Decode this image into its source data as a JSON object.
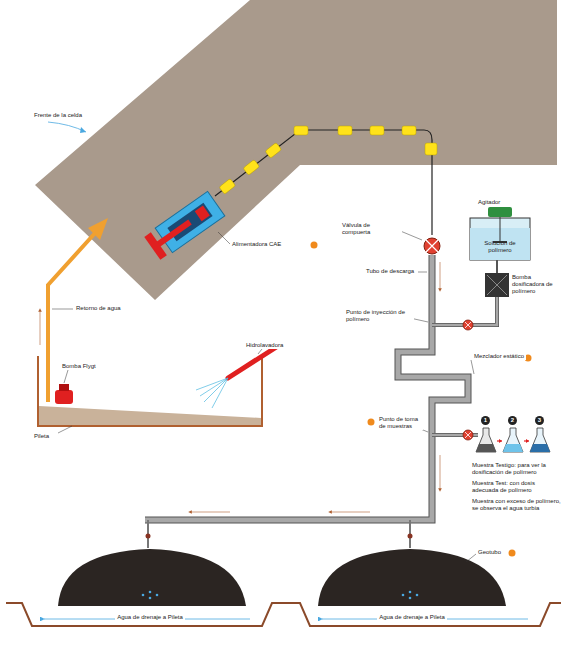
{
  "diagram": {
    "labels": [
      "Frente de la celda",
      "Alimentadora CAE",
      "Válvula de compuerta",
      "Tubo de descarga",
      "Agitador",
      "Solución de polímero",
      "Bomba dosificadora de polímero",
      "Punto de inyección de polímero",
      "Mezclador estático",
      "Punto de toma de muestras",
      "1",
      "2",
      "3",
      "Muestra Testigo: para ver la dosificación de polímero",
      "Muestra Test: con dosis adecuada de polímero",
      "Muestra con exceso de polímero, se observa el agua turbia",
      "Geotubo",
      "Agua de drenaje a Pileta",
      "Agua de drenaje a Pileta",
      "Hidrolavadora",
      "Bomba Flygt",
      "Pileta",
      "Retorno de agua"
    ]
  }
}
